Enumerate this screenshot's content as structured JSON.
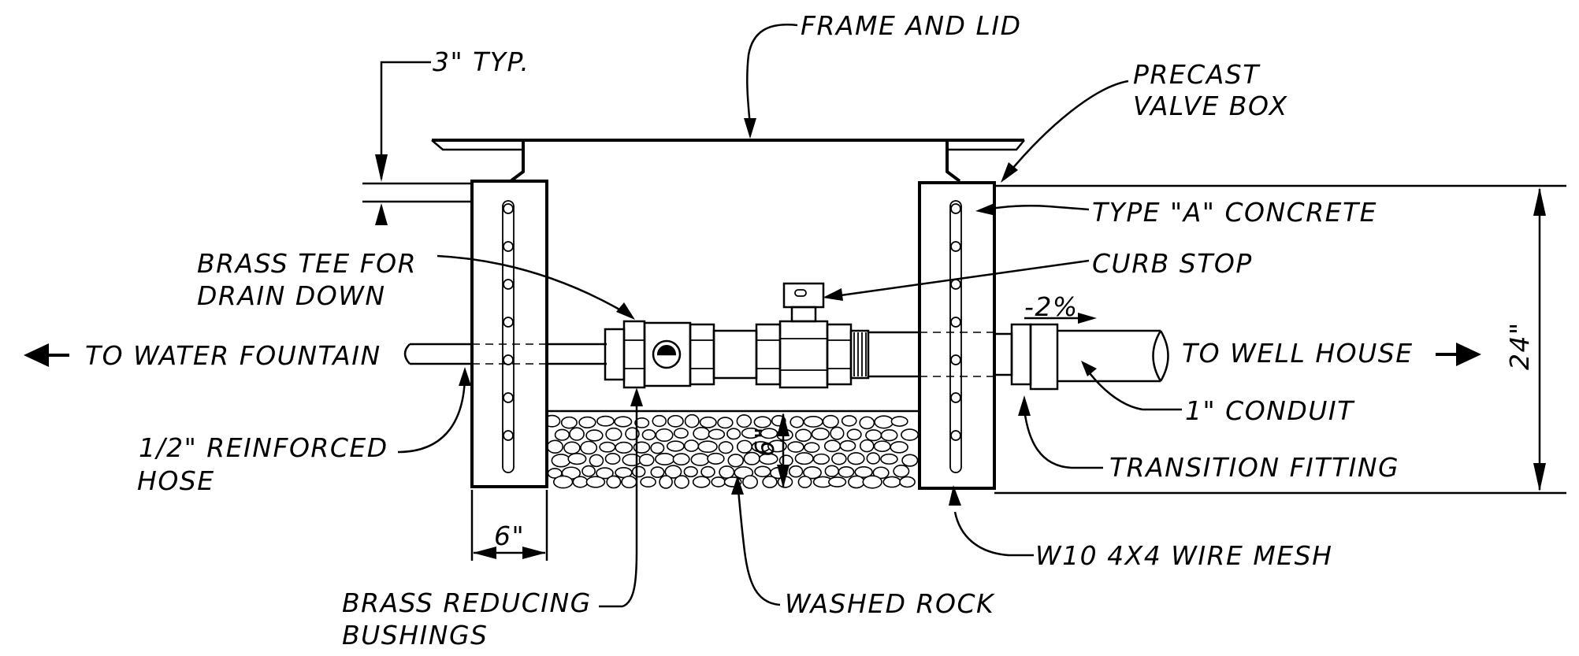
{
  "labels": {
    "frame_and_lid": "FRAME AND LID",
    "three_typ": "3\" TYP.",
    "precast_1": "PRECAST",
    "precast_2": "VALVE BOX",
    "type_a_concrete": "TYPE \"A\" CONCRETE",
    "curb_stop": "CURB STOP",
    "brass_tee_1": "BRASS TEE FOR",
    "brass_tee_2": "DRAIN DOWN",
    "slope": "-2%",
    "to_water_fountain": "TO WATER FOUNTAIN",
    "to_well_house": "TO WELL HOUSE",
    "twenty_four": "24\"",
    "one_conduit": "1\" CONDUIT",
    "hose_1": "1/2\" REINFORCED",
    "hose_2": "HOSE",
    "six_depth": "6\"",
    "transition_fitting": "TRANSITION FITTING",
    "six_width": "6\"",
    "wire_mesh": "W10 4X4 WIRE MESH",
    "bushings_1": "BRASS REDUCING",
    "bushings_2": "BUSHINGS",
    "washed_rock": "WASHED ROCK"
  },
  "colors": {
    "ink": "#000000",
    "paper": "#ffffff"
  }
}
